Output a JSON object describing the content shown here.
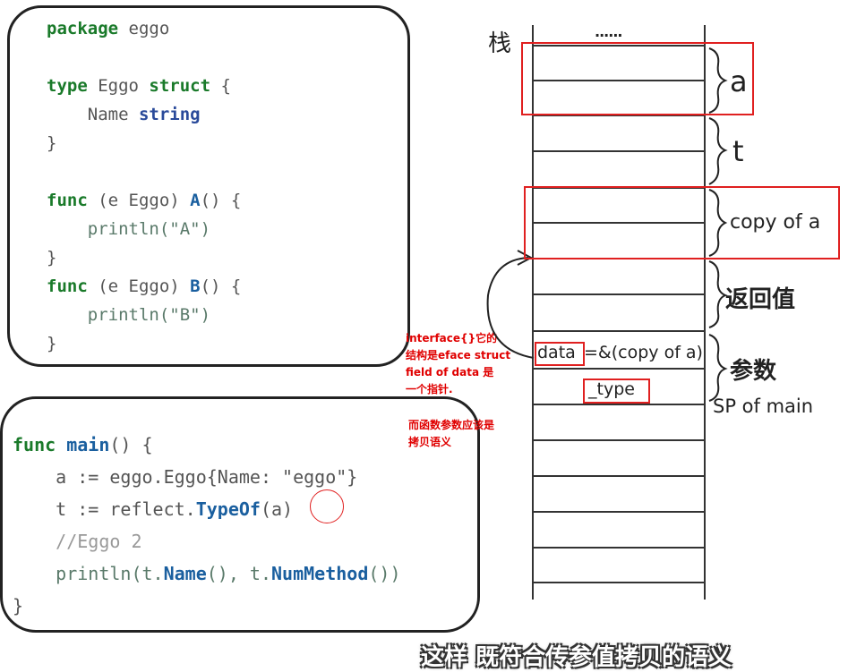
{
  "code_top": {
    "line1_kw": "package",
    "line1_rest": " eggo",
    "line2_kw": "type",
    "line2_mid": " Eggo ",
    "line2_kw2": "struct",
    "line2_end": " {",
    "line3_field": "    Name ",
    "line3_type": "string",
    "line4": "}",
    "line5_kw": "func",
    "line5_mid": " (e Eggo) ",
    "line5_fn": "A",
    "line5_end": "() {",
    "line6": "    println(\"A\")",
    "line7": "}",
    "line8_kw": "func",
    "line8_mid": " (e Eggo) ",
    "line8_fn": "B",
    "line8_end": "() {",
    "line9": "    println(\"B\")",
    "line10": "}"
  },
  "code_bottom": {
    "l1_kw": "func",
    "l1_fn": "main",
    "l1_end": "() {",
    "l2": "    a := eggo.Eggo{Name: \"eggo\"}",
    "l3_a": "    t := reflect.",
    "l3_fn": "TypeOf",
    "l3_arg": "(a)",
    "l4": "    //Eggo 2",
    "l5_a": "    println(t.",
    "l5_fn1": "Name",
    "l5_b": "(), t.",
    "l5_fn2": "NumMethod",
    "l5_c": "())",
    "l6": "}"
  },
  "red_note_1": "interface{}它的\n结构是eface struct\nfield of data 是\n一个指针.",
  "red_note_2": "而函数参数应该是\n拷贝语义",
  "stack": {
    "title": "栈",
    "dots": "......",
    "label_a": "a",
    "label_t": "t",
    "label_copy": "copy of a",
    "label_ret": "返回值",
    "label_params": "参数",
    "label_sp": "SP of main",
    "data_word": "data",
    "data_rest": "=&(copy of a)",
    "type_word": "_type"
  },
  "caption": "这样 既符合传参值拷贝的语义"
}
